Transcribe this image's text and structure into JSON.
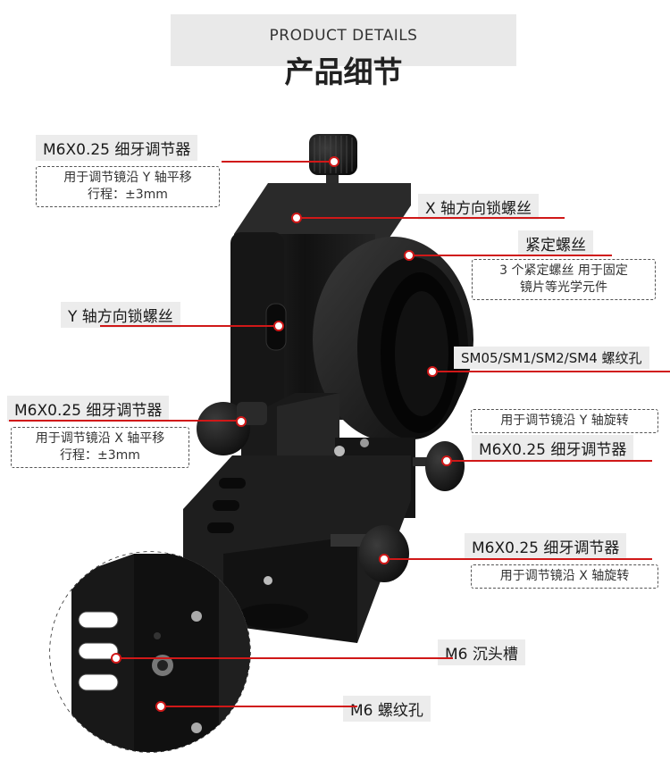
{
  "header": {
    "title_en": "PRODUCT DETAILS",
    "title_cn": "产品细节"
  },
  "callouts": {
    "m6_y_translate": {
      "label": "M6X0.25 细牙调节器",
      "desc_line1": "用于调节镜沿 Y 轴平移",
      "desc_line2": "行程：±3mm"
    },
    "x_lock_screw": {
      "label": "X 轴方向锁螺丝"
    },
    "set_screw": {
      "label": "紧定螺丝",
      "desc_line1": "3 个紧定螺丝 用于固定",
      "desc_line2": "镜片等光学元件"
    },
    "y_lock_screw": {
      "label": "Y 轴方向锁螺丝"
    },
    "thread_hole": {
      "label": "SM05/SM1/SM2/SM4 螺纹孔"
    },
    "m6_x_translate": {
      "label": "M6X0.25 细牙调节器",
      "desc_line1": "用于调节镜沿 X 轴平移",
      "desc_line2": "行程：±3mm"
    },
    "m6_y_rotate": {
      "label": "M6X0.25 细牙调节器",
      "desc": "用于调节镜沿 Y 轴旋转"
    },
    "m6_x_rotate": {
      "label": "M6X0.25 细牙调节器",
      "desc": "用于调节镜沿 X 轴旋转"
    },
    "m6_counterbore": {
      "label": "M6 沉头槽"
    },
    "m6_thread_hole": {
      "label": "M6 螺纹孔"
    }
  },
  "colors": {
    "accent": "#d01818",
    "header_bg": "#e9e9e9",
    "tag_bg": "#ececec",
    "product": "#141414"
  }
}
